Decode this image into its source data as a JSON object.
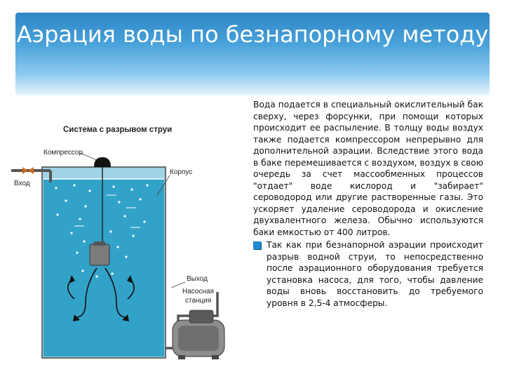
{
  "slide": {
    "title": "Аэрация воды по безнапорному методу",
    "paragraph": "Вода подается в специальный окислительный бак сверху, через форсунки, при помощи которых происходит ее распыление. В толщу воды воздух также подается компрессором непрерывно для дополнительной аэрации. Вследствие этого вода в баке перемешивается с воздухом, воздух в свою очередь за счет массообменных процессов \"отдает\" воде кислород и \"забирает\" сероводород или другие растворенные газы. Это ускоряет удаление сероводорода и окисление двухвалентного железа. Обычно используются баки емкостью от 400 литров.",
    "bullet": "Так как при безнапорной аэрации происходит разрыв водной струи, то непосредственно после аэрационного оборудования требуется установка насоса, для того, чтобы давление воды вновь восстановить до требуемого уровня в 2,5-4 атмосферы.",
    "bullet_icon": "square-bullet-icon"
  },
  "diagram": {
    "title": "Система с разрывом струи",
    "label_compressor": "Компрессор",
    "label_inlet": "Вход",
    "label_tank": "Корпус",
    "label_outlet": "Выход",
    "label_pump_1": "Насосная",
    "label_pump_2": "станция"
  },
  "colors": {
    "banner_top": "#2f86c6",
    "water": "#33a2c8",
    "bullet": "#1d8ad1"
  }
}
